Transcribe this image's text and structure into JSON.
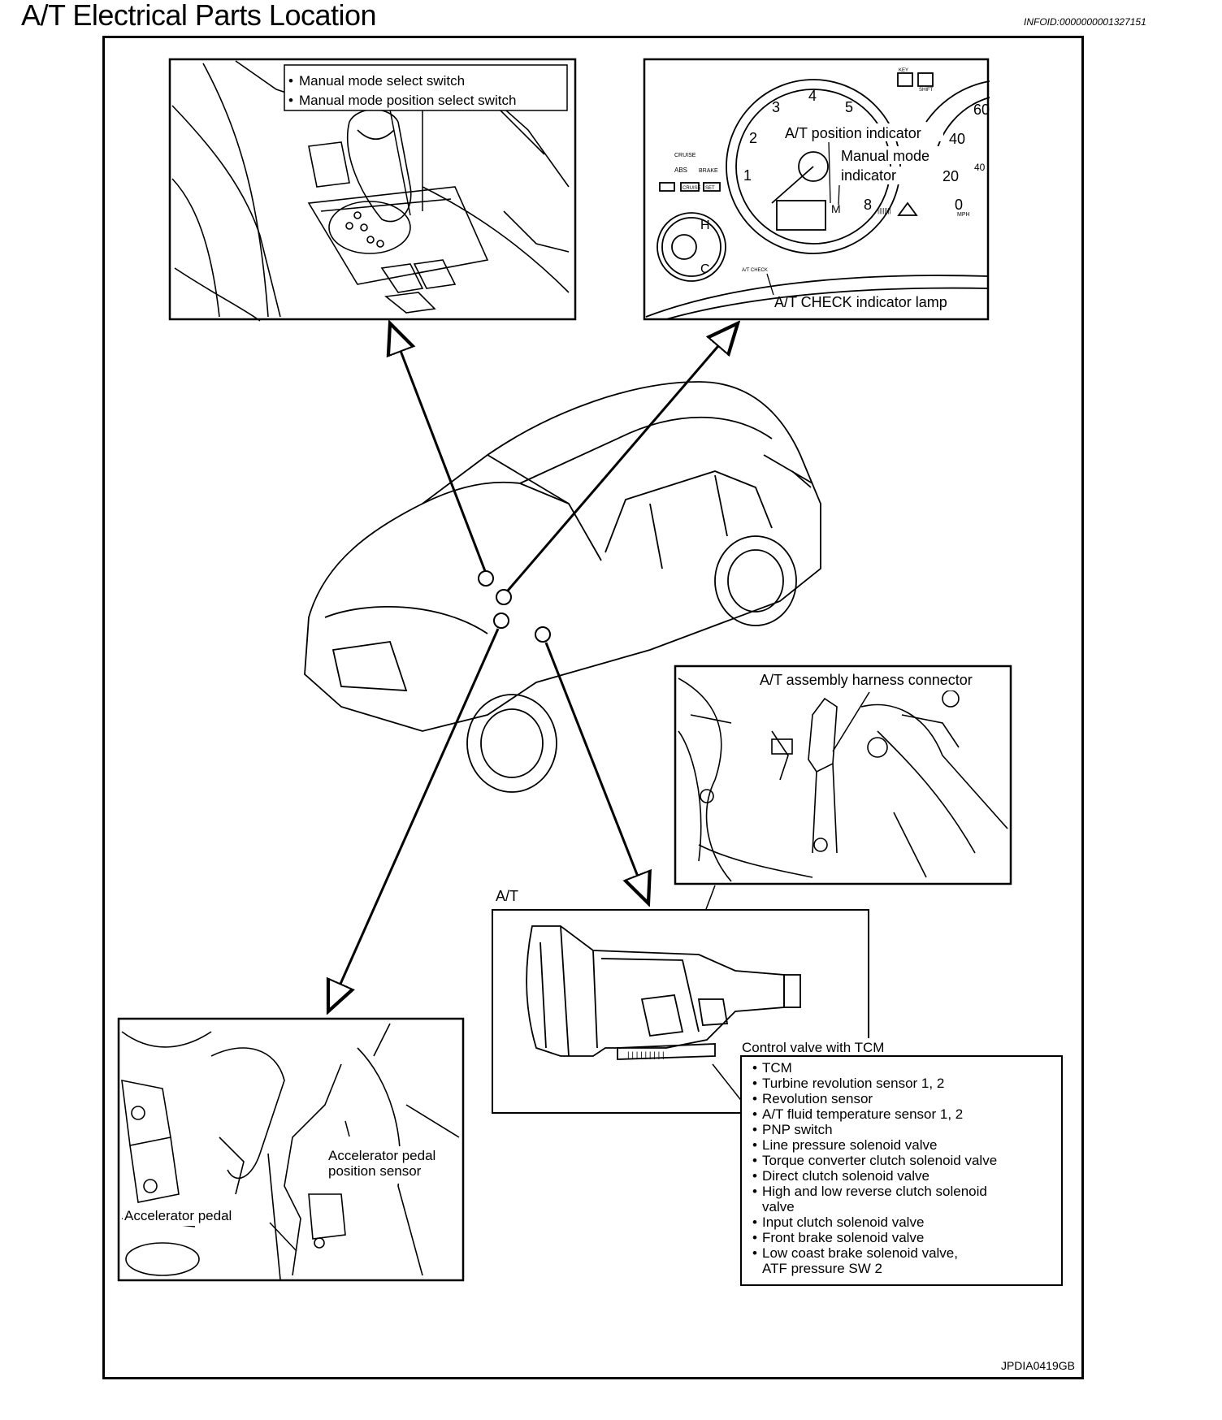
{
  "page": {
    "title": "A/T Electrical Parts Location",
    "info_id": "INFOID:0000000001327151",
    "figure_code": "JPDIA0419GB"
  },
  "console_panel": {
    "callouts": [
      "Manual mode select switch",
      "Manual mode position select switch"
    ]
  },
  "cluster_panel": {
    "position_indicator": "A/T position indicator",
    "manual_mode_line1": "Manual mode",
    "manual_mode_line2": "indicator",
    "check_lamp": "A/T CHECK indicator lamp",
    "tach_numbers": [
      "1",
      "2",
      "3",
      "4",
      "5",
      "8"
    ],
    "speed_numbers": [
      "20",
      "40",
      "60",
      "0",
      "40"
    ],
    "gauge_letters": [
      "H",
      "C"
    ],
    "small_labels": [
      "CRUISE",
      "ABS",
      "BRAKE",
      "CRUISE",
      "SET",
      "MPH",
      "SHIFT",
      "KEY",
      "A/T CHECK"
    ],
    "display_value": "M"
  },
  "harness_panel": {
    "label": "A/T assembly harness connector"
  },
  "at_panel": {
    "title": "A/T",
    "control_valve_label": "Control valve with TCM",
    "items": [
      "TCM",
      "Turbine revolution sensor 1, 2",
      "Revolution sensor",
      "A/T fluid temperature sensor 1, 2",
      "PNP switch",
      "Line pressure solenoid valve",
      "Torque converter clutch solenoid valve",
      "Direct clutch solenoid valve",
      "High and low reverse clutch solenoid",
      "valve",
      "Input clutch solenoid valve",
      "Front brake solenoid valve",
      "Low coast brake solenoid valve,",
      "ATF pressure SW 2"
    ]
  },
  "pedal_panel": {
    "sensor_label_line1": "Accelerator pedal",
    "sensor_label_line2": "position sensor",
    "pedal_label": "Accelerator pedal"
  }
}
